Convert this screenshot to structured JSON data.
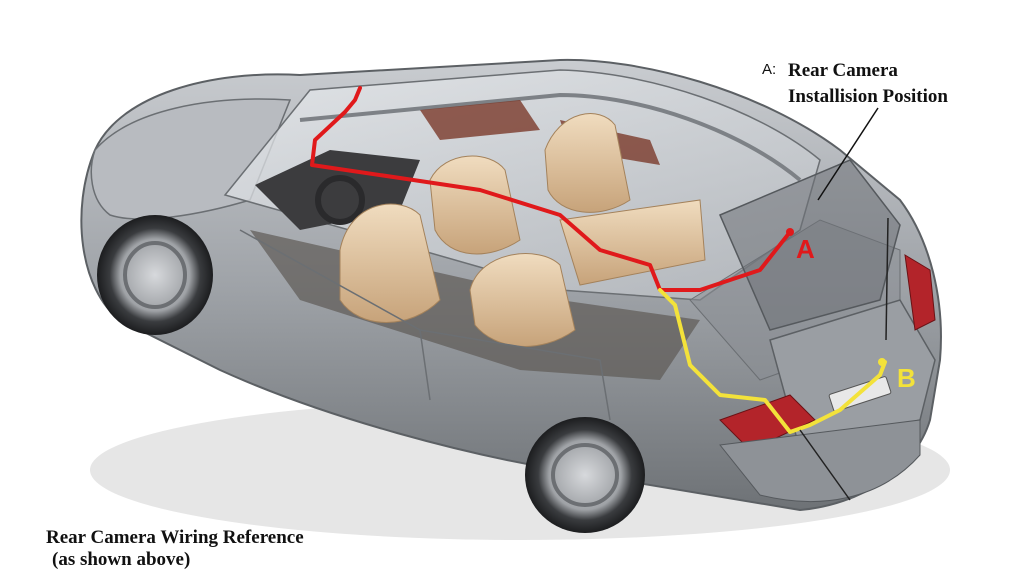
{
  "annotation_a": {
    "prefix": "A:",
    "line1": "Rear Camera",
    "line2": "Installision Position"
  },
  "markers": {
    "a": "A",
    "b": "B"
  },
  "caption": {
    "line1": "Rear Camera Wiring Reference",
    "line2": "(as shown above)"
  },
  "colors": {
    "wire_red": "#e0191b",
    "wire_yellow": "#f3e23a",
    "body_gray": "#a3a6ab",
    "interior_tan": "#d9bd99",
    "taillight_red": "#b3242a"
  }
}
